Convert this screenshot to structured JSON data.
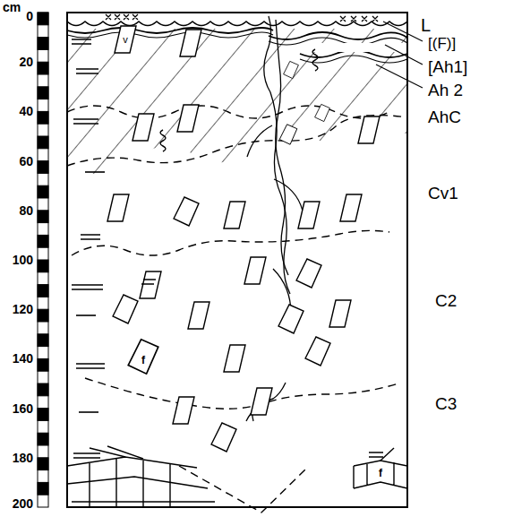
{
  "diagram": {
    "labels": [
      "cm",
      "0",
      "20",
      "40",
      "60",
      "80",
      "100",
      "120",
      "140",
      "160",
      "180",
      "200",
      "L",
      "[(F)]",
      "[Ah1]",
      "Ah 2",
      "AhC",
      "Cv1",
      "C2",
      "C3",
      "v",
      "f",
      "f"
    ]
  }
}
